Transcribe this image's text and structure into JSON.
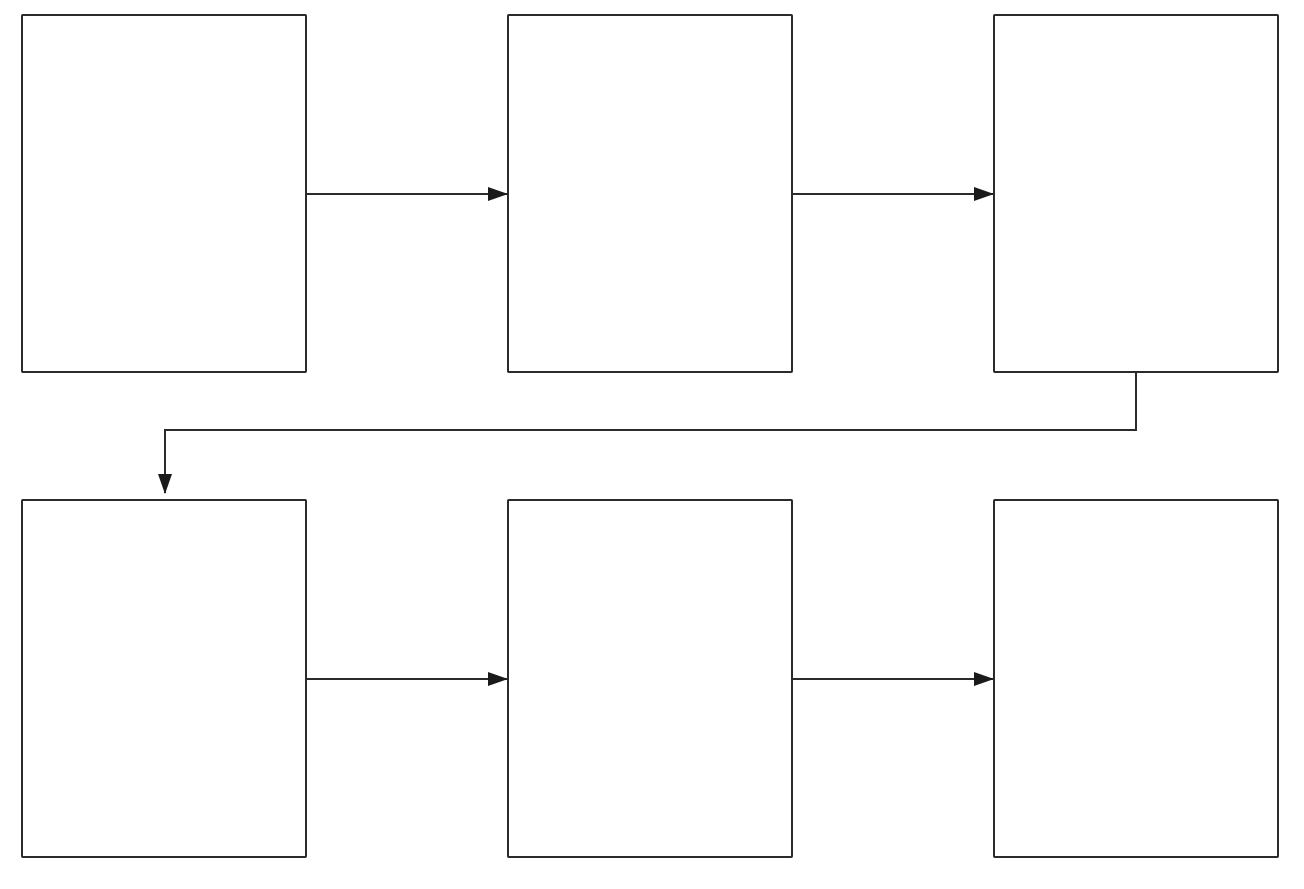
{
  "diagram": {
    "type": "flowchart",
    "colors": {
      "stroke": "#2b2b2b",
      "background": "#ffffff"
    },
    "nodes": [
      {
        "id": "step-1",
        "label": ""
      },
      {
        "id": "step-2",
        "label": ""
      },
      {
        "id": "step-3",
        "label": ""
      },
      {
        "id": "step-4",
        "label": ""
      },
      {
        "id": "step-5",
        "label": ""
      },
      {
        "id": "step-6",
        "label": ""
      }
    ],
    "edges": [
      {
        "from": "step-1",
        "to": "step-2",
        "label": ""
      },
      {
        "from": "step-2",
        "to": "step-3",
        "label": ""
      },
      {
        "from": "step-3",
        "to": "step-4",
        "label": ""
      },
      {
        "from": "step-4",
        "to": "step-5",
        "label": ""
      },
      {
        "from": "step-5",
        "to": "step-6",
        "label": ""
      }
    ]
  }
}
